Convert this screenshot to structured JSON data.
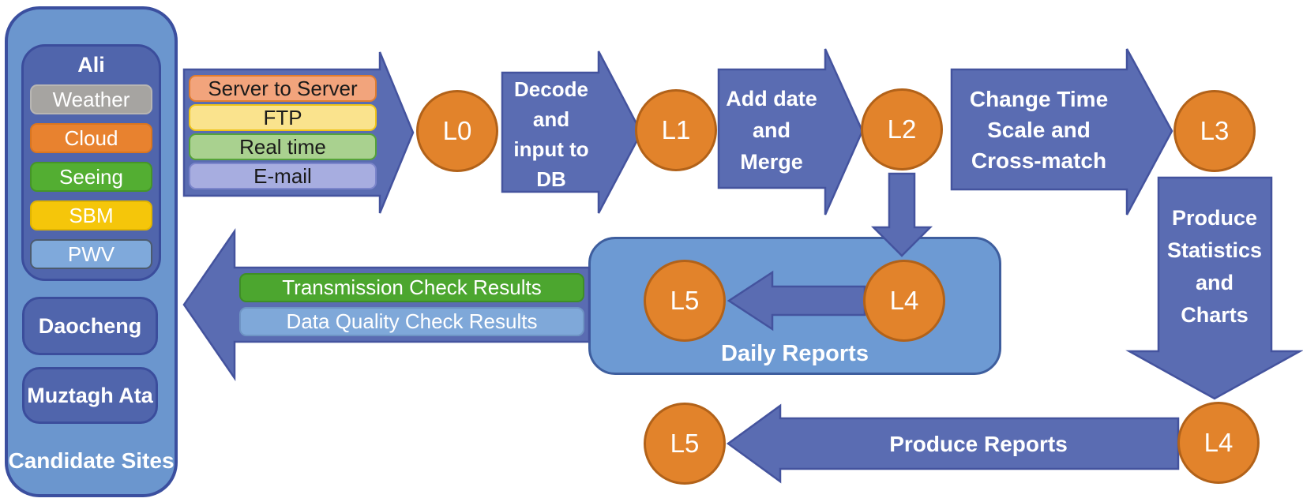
{
  "sites_panel": {
    "title": "Candidate Sites",
    "ali": {
      "title": "Ali",
      "sensors": [
        {
          "label": "Weather",
          "color": "#A6A4A1"
        },
        {
          "label": "Cloud",
          "color": "#E8822F"
        },
        {
          "label": "Seeing",
          "color": "#53AE32"
        },
        {
          "label": "SBM",
          "color": "#F5C60A"
        },
        {
          "label": "PWV",
          "color": "#7FA9DB"
        }
      ]
    },
    "sites": [
      {
        "label": "Daocheng"
      },
      {
        "label": "Muztagh Ata"
      }
    ]
  },
  "transfer": {
    "methods": [
      {
        "label": "Server to Server",
        "color": "#F2A47C"
      },
      {
        "label": "FTP",
        "color": "#FAE38D"
      },
      {
        "label": "Real time",
        "color": "#A9D18F"
      },
      {
        "label": "E-mail",
        "color": "#A7ADE0"
      }
    ]
  },
  "pipeline": {
    "nodes": [
      {
        "label": "L0"
      },
      {
        "label": "L1"
      },
      {
        "label": "L2"
      },
      {
        "label": "L3"
      }
    ],
    "steps": {
      "decode": {
        "lines": [
          "Decode",
          "and",
          "input to",
          "DB"
        ]
      },
      "merge": {
        "lines": [
          "Add date",
          "and",
          "Merge"
        ]
      },
      "crossmatch": {
        "lines": [
          "Change Time",
          "Scale and",
          "Cross-match"
        ]
      },
      "statistics": {
        "lines": [
          "Produce",
          "Statistics",
          "and",
          "Charts"
        ]
      }
    }
  },
  "daily_reports": {
    "title": "Daily Reports",
    "from_node": "L4",
    "to_node": "L5"
  },
  "reports": {
    "arrow_label": "Produce Reports",
    "from_node": "L4",
    "to_node": "L5"
  },
  "feedback": {
    "items": [
      {
        "label": "Transmission Check Results",
        "color": "#4CA62F"
      },
      {
        "label": "Data Quality Check Results",
        "color": "#7FA8D9"
      }
    ]
  },
  "colors": {
    "arrow_blue": "#5A6CB2",
    "arrow_border": "#44539E",
    "panel_blue": "#6B96CE",
    "inner_box_blue": "#5065AC",
    "daily_box_blue": "#6D9AD3",
    "node_orange": "#E2832B",
    "node_border": "#B26219",
    "text_white": "#FFFFFF",
    "text_black": "#1A1A1A"
  }
}
